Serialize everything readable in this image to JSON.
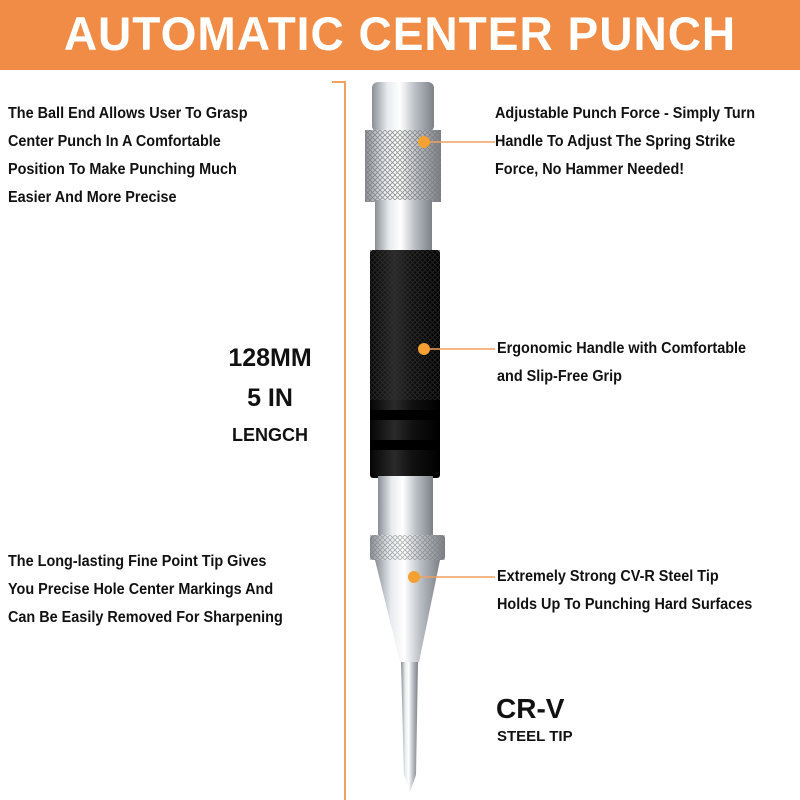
{
  "title": "AUTOMATIC CENTER PUNCH",
  "colors": {
    "accent": "#F08C45",
    "callout_dot": "#F5A033"
  },
  "left_callouts": [
    {
      "lines": [
        "The Ball End Allows User To Grasp",
        "Center Punch In A Comfortable",
        "Position To Make Punching Much",
        "Easier And More Precise"
      ]
    },
    {
      "lines": [
        "The Long-lasting Fine Point Tip Gives",
        "You Precise Hole Center Markings And",
        "Can Be Easily Removed For Sharpening"
      ]
    }
  ],
  "right_callouts": [
    {
      "lines": [
        "Adjustable Punch Force - Simply Turn",
        "Handle To Adjust The Spring Strike",
        "Force, No Hammer Needed!"
      ]
    },
    {
      "lines": [
        "Ergonomic Handle with Comfortable",
        "and Slip-Free Grip"
      ]
    },
    {
      "lines": [
        "Extremely Strong CV-R Steel Tip",
        "Holds Up To Punching Hard Surfaces"
      ]
    }
  ],
  "length": {
    "mm": "128MM",
    "inches": "5 IN",
    "label": "LENGCH"
  },
  "material": {
    "name": "CR-V",
    "label": "STEEL TIP"
  }
}
